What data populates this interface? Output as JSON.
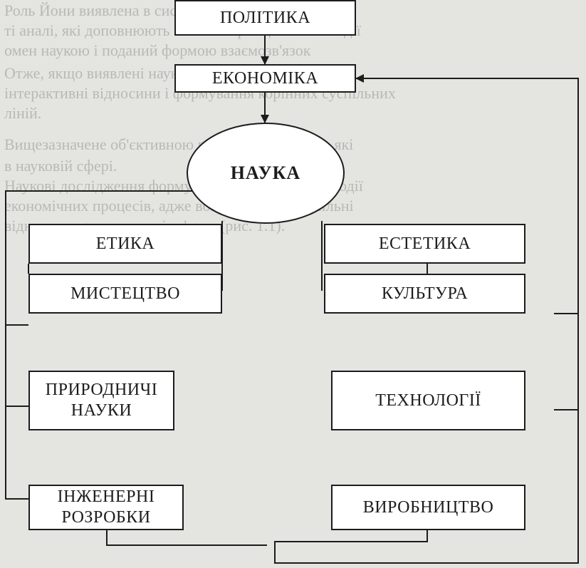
{
  "diagram": {
    "nodes": {
      "politics": "ПОЛІТИКА",
      "economics": "ЕКОНОМІКА",
      "science": "НАУКА",
      "ethics": "ЕТИКА",
      "aesthetics": "ЕСТЕТИКА",
      "art": "МИСТЕЦТВО",
      "culture": "КУЛЬТУРА",
      "natural_sciences": "ПРИРОДНИЧІ\nНАУКИ",
      "technologies": "ТЕХНОЛОГІЇ",
      "engineering": "ІНЖЕНЕРНІ\nРОЗРОБКИ",
      "production": "ВИРОБНИЦТВО"
    }
  },
  "background_text": [
    "Роль Йони виявлена в системі, але не розкривається",
    "ті аналі, які доповнюють основні принципи взаємодії",
    "омен наукою і поданий формою взаємозв'язок",
    "Отже, якщо виявлені наукою законів і суспільства,",
    "інтерактивні відносини і формування корінних суспільних",
    "ліній.",
    "Вищезазначене об'єктивною визначеністю явищ, які",
    "в науковій сфері.",
    "Наукові дослідження формуються на основі взаємодії",
    "економічних процесів, адже вона визначає суспільні",
    "відносини та структурні зв'язки (рис. 1.1)."
  ]
}
